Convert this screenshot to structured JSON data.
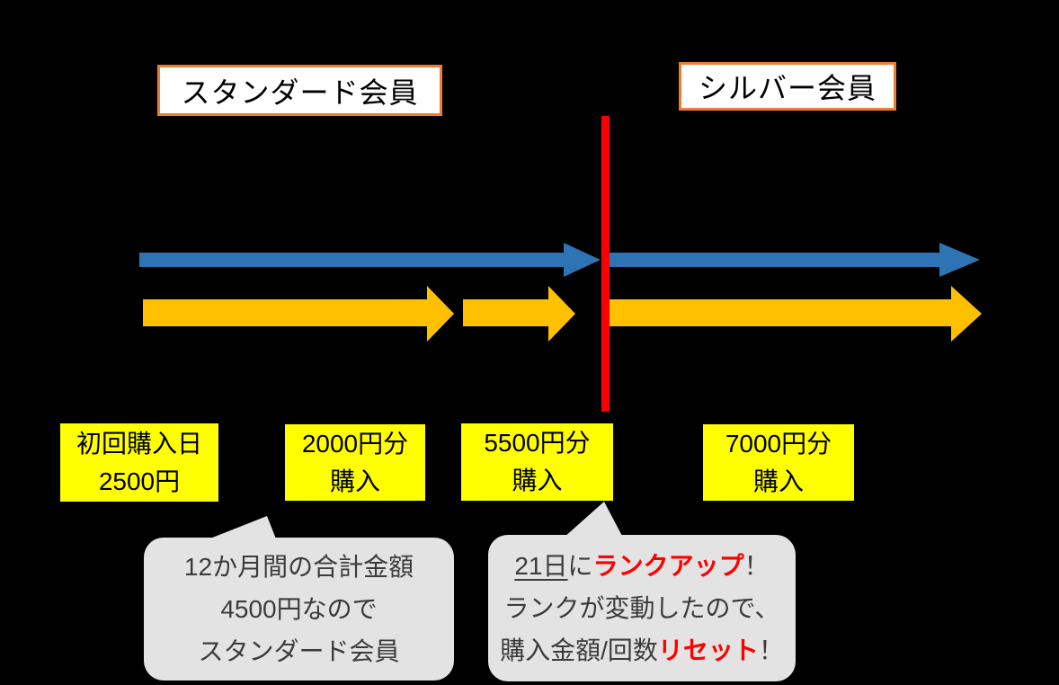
{
  "colors": {
    "background": "#000000",
    "arrow_blue": "#2E74B5",
    "arrow_gold": "#FFC000",
    "divider_red": "#FF0000",
    "event_yellow": "#FFFF00",
    "title_border": "#ED7D31",
    "title_bg": "#FFFFFF",
    "callout_bg": "#E4E3E3",
    "callout_text": "#3B3B3B",
    "accent_text_red": "#FF0000"
  },
  "stages": {
    "standard": "スタンダード会員",
    "silver": "シルバー会員"
  },
  "events": [
    {
      "line1": "初回購入日",
      "line2": "2500円"
    },
    {
      "line1": "2000円分",
      "line2": "購入"
    },
    {
      "line1": "5500円分",
      "line2": "購入"
    },
    {
      "line1": "7000円分",
      "line2": "購入"
    }
  ],
  "callouts": {
    "standard_summary": {
      "line1": "12か月間の合計金額",
      "line2": "4500円なので",
      "line3": "スタンダード会員"
    },
    "rank_up": {
      "date": "21日",
      "particle": "に",
      "rankup": "ランクアップ",
      "bang1": "！",
      "line2": "ランクが変動したので、",
      "line3_prefix": "購入金額/回数",
      "reset": "リセット",
      "bang2": "！"
    }
  }
}
